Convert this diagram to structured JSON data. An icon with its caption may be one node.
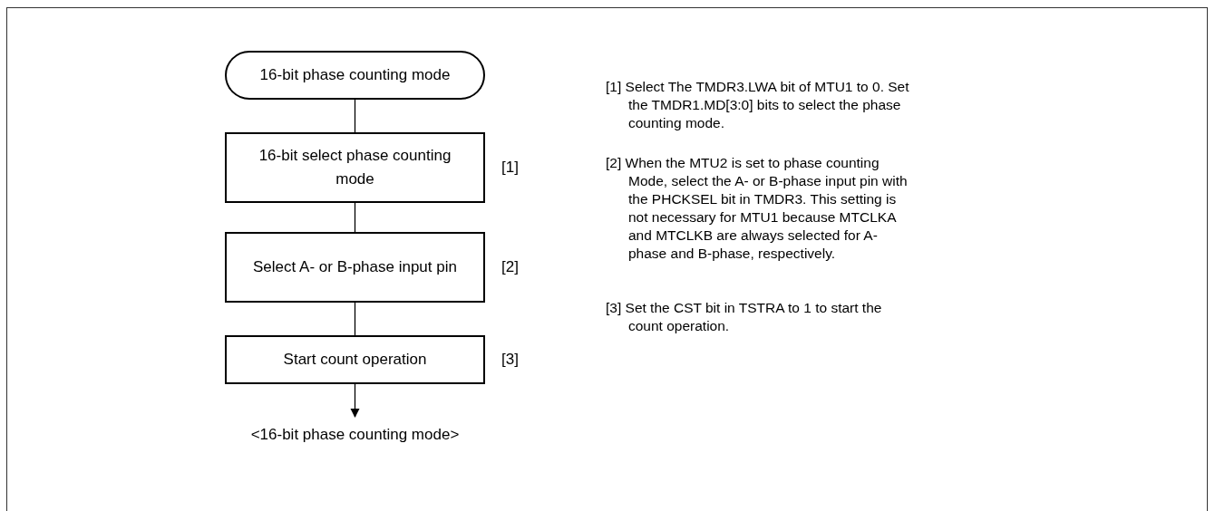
{
  "diagram": {
    "nodes": [
      {
        "text": [
          "16-bit phase counting mode"
        ]
      },
      {
        "text": [
          "16-bit select phase counting mode"
        ],
        "beside": [
          "[1]"
        ]
      },
      {
        "text": [
          "Select A- or B-phase input pin"
        ],
        "beside": [
          "[2]"
        ]
      },
      {
        "text": [
          "Start count operation"
        ],
        "beside": [
          "[3]"
        ]
      },
      {
        "text": [
          "<16-bit phase counting mode>"
        ]
      }
    ],
    "edges": [
      {
        "from": 0,
        "to": 1,
        "arrow": "none"
      },
      {
        "from": 1,
        "to": 2,
        "arrow": "none"
      },
      {
        "from": 2,
        "to": 3,
        "arrow": "none"
      },
      {
        "from": 3,
        "to": 4,
        "arrow": "to"
      }
    ],
    "labels": [
      "[1] Select The TMDR3.LWA bit of MTU1 to 0. Set the TMDR1.MD[3:0] bits to select the phase counting mode.",
      "[2] When the MTU2 is set to phase counting Mode, select the A- or B-phase input pin with the PHCKSEL bit in TMDR3. This setting is not necessary for MTU1 because MTCLKA and MTCLKB are always selected for A-phase and B-phase, respectively.",
      "[3] Set the CST bit in TSTRA to 1 to start the count operation."
    ]
  }
}
